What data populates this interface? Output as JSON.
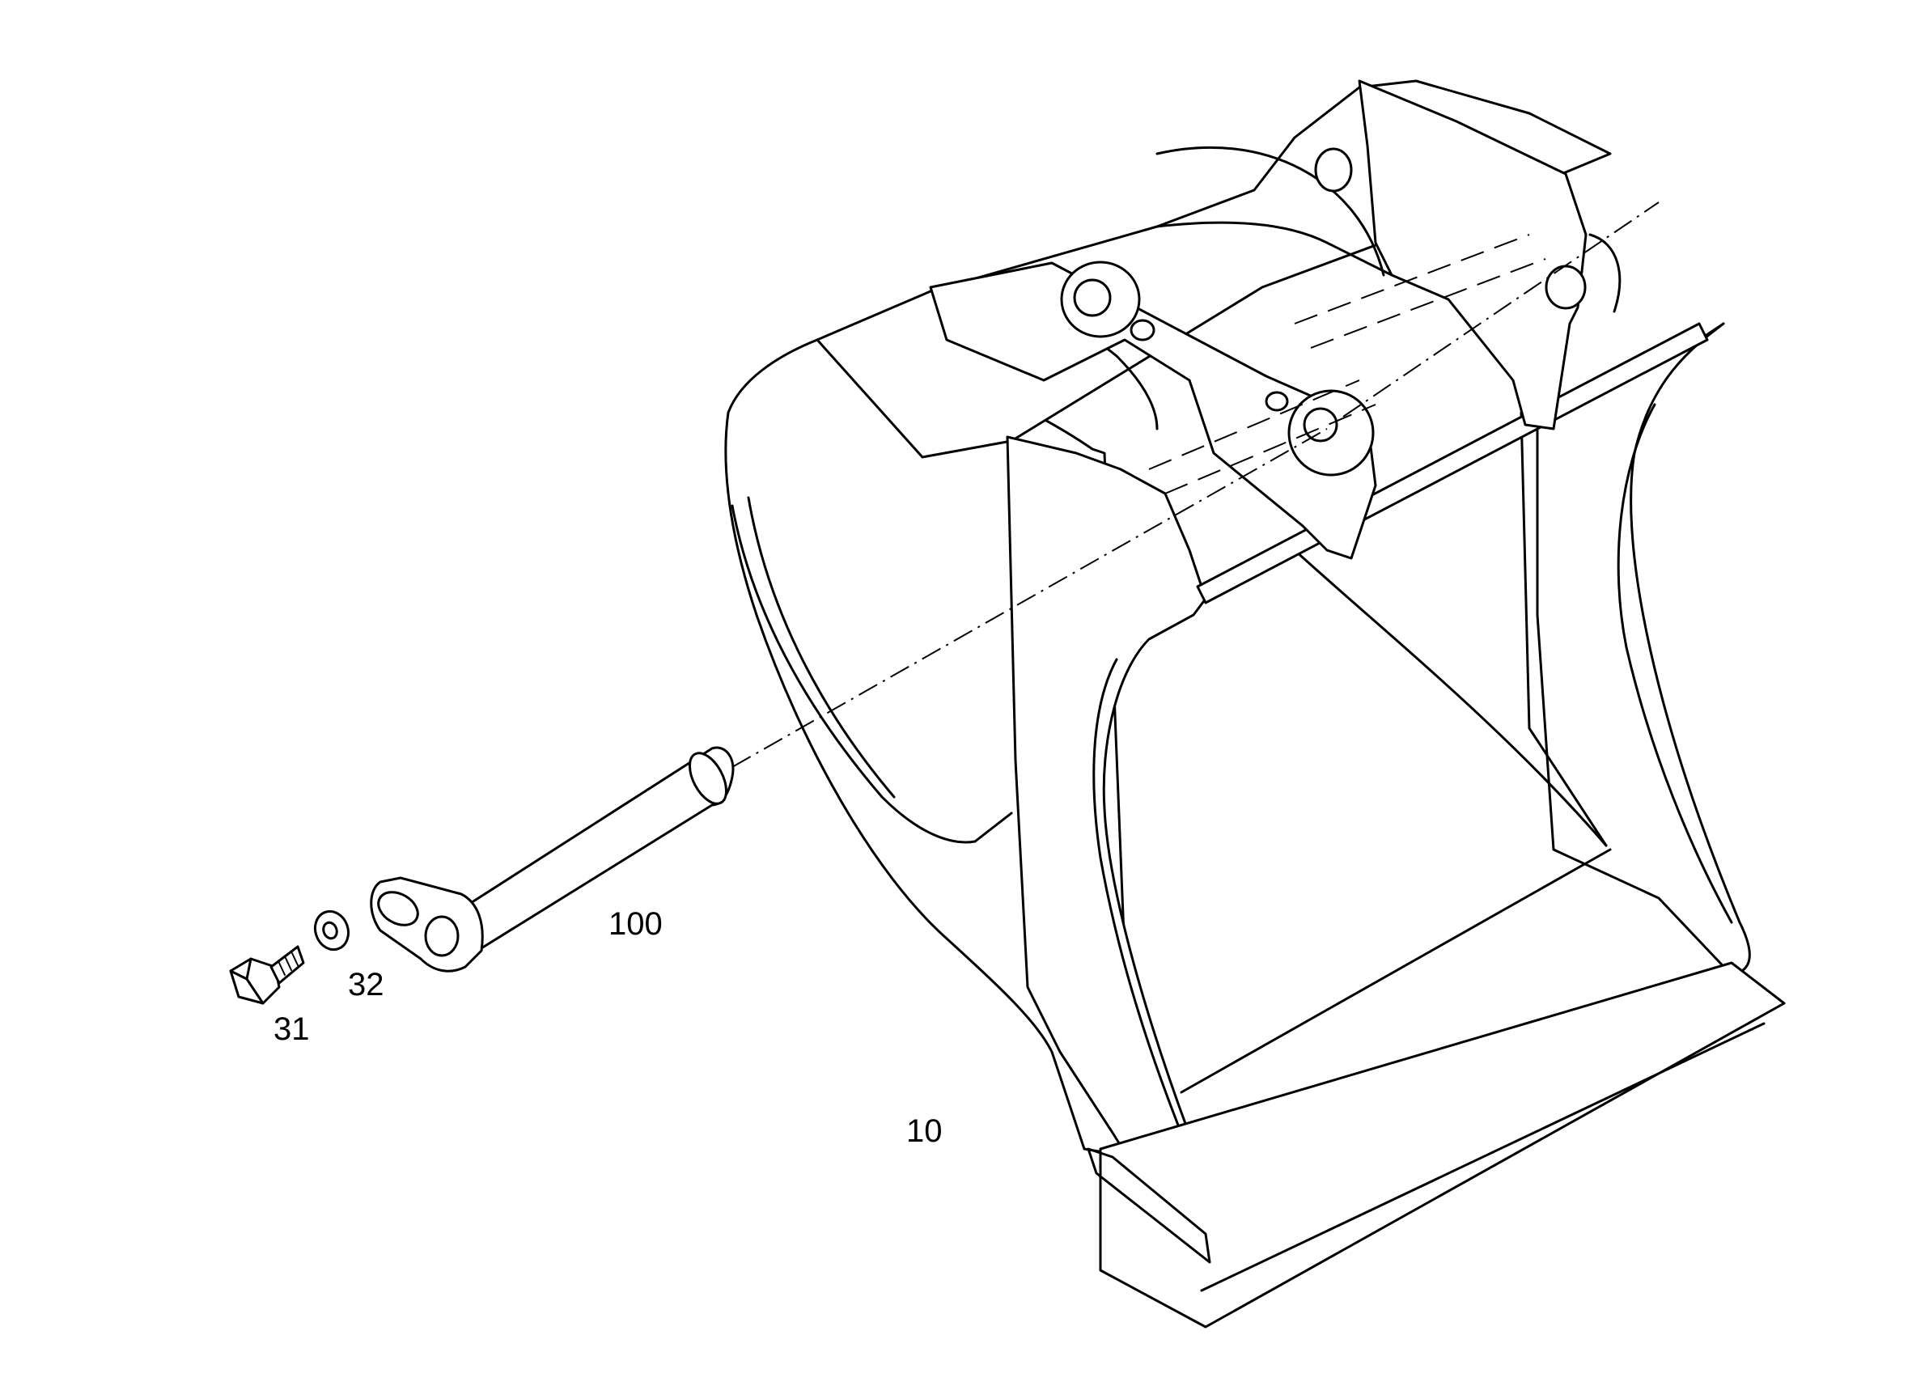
{
  "callouts": {
    "bucket": "10",
    "bolt": "31",
    "washer": "32",
    "pin": "100"
  },
  "colors": {
    "line": "#000000",
    "background": "#ffffff"
  }
}
